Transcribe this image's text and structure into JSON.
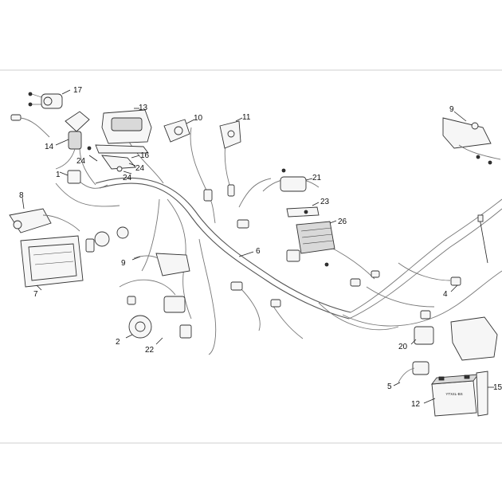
{
  "labels": [
    {
      "id": "p17",
      "text": "17"
    },
    {
      "id": "p13",
      "text": "13"
    },
    {
      "id": "p10",
      "text": "10"
    },
    {
      "id": "p11",
      "text": "11"
    },
    {
      "id": "p9a",
      "text": "9"
    },
    {
      "id": "p14",
      "text": "14"
    },
    {
      "id": "p16",
      "text": "16"
    },
    {
      "id": "p24a",
      "text": "24"
    },
    {
      "id": "p24b",
      "text": "24"
    },
    {
      "id": "p24c",
      "text": "24"
    },
    {
      "id": "p1",
      "text": "1"
    },
    {
      "id": "p21",
      "text": "21"
    },
    {
      "id": "p23",
      "text": "23"
    },
    {
      "id": "p26",
      "text": "26"
    },
    {
      "id": "p8",
      "text": "8"
    },
    {
      "id": "p6",
      "text": "6"
    },
    {
      "id": "p9b",
      "text": "9"
    },
    {
      "id": "p7",
      "text": "7"
    },
    {
      "id": "p4",
      "text": "4"
    },
    {
      "id": "p2",
      "text": "2"
    },
    {
      "id": "p22",
      "text": "22"
    },
    {
      "id": "p20",
      "text": "20"
    },
    {
      "id": "p5",
      "text": "5"
    },
    {
      "id": "p12",
      "text": "12"
    },
    {
      "id": "p15",
      "text": "15"
    }
  ],
  "battery_brand": "YTX4L-BS"
}
